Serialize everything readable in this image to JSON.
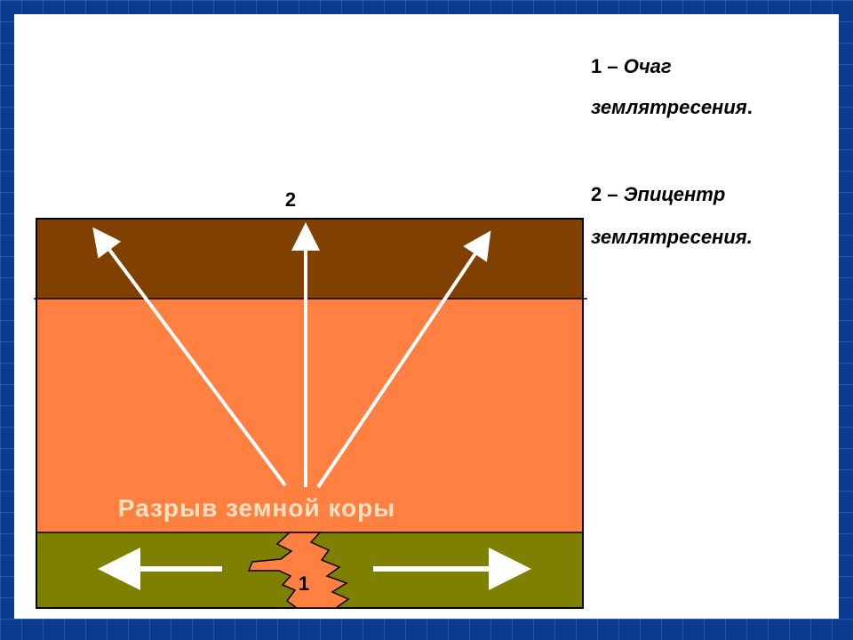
{
  "diagram": {
    "label_epicenter_marker": "2",
    "label_focus_marker": "1",
    "label_rupture": "Разрыв земной коры",
    "colors": {
      "background": "#0b3b8f",
      "top_layer": "#804000",
      "middle_layer": "#ff8040",
      "bottom_layer": "#808000",
      "crack": "#ff8040",
      "arrows": "#ffffff",
      "rupture_text": "#ffe0c0"
    }
  },
  "legend": {
    "item1_number": "1 – ",
    "item1_term": "Очаг",
    "item1_line2": "землятресения",
    "item1_period": ".",
    "item2_number": "2 – ",
    "item2_term": "Эпицентр",
    "item2_line2": "землятресения."
  }
}
